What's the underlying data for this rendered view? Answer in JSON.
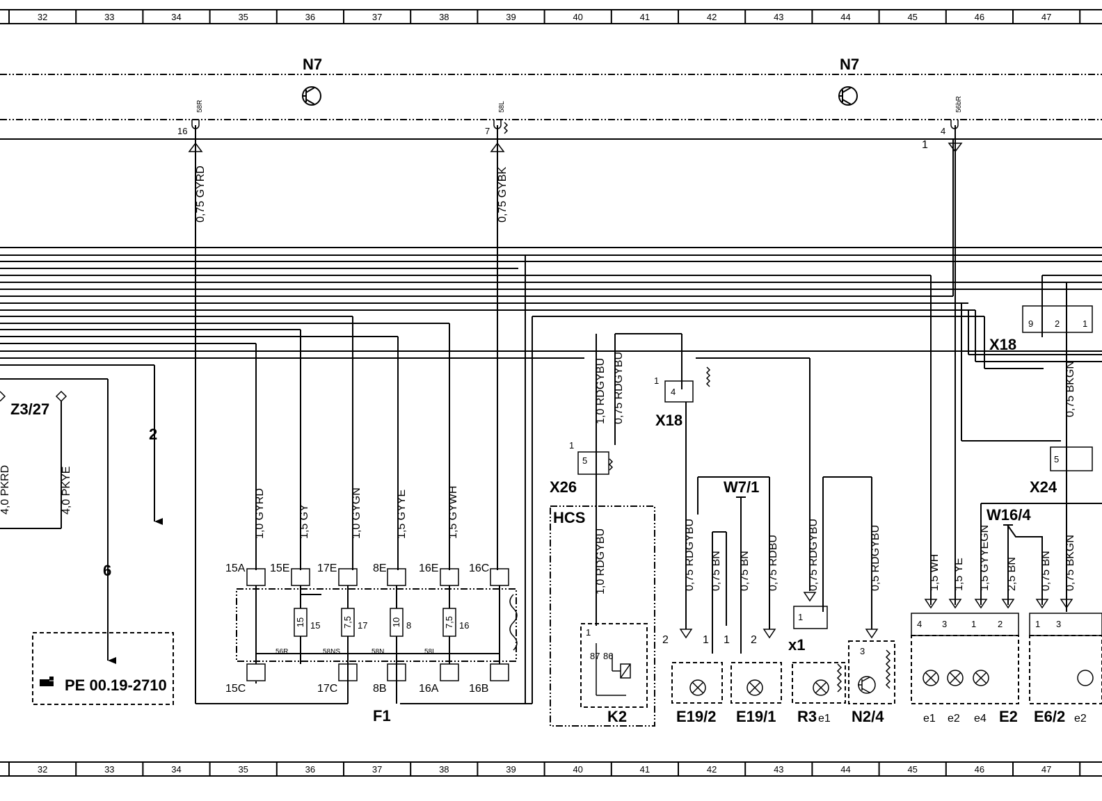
{
  "grid": {
    "columns": [
      "32",
      "33",
      "34",
      "35",
      "36",
      "37",
      "38",
      "39",
      "40",
      "41",
      "42",
      "43",
      "44",
      "45",
      "46",
      "47"
    ]
  },
  "components": {
    "n7_left": "N7",
    "n7_right": "N7",
    "z3_27": "Z3/27",
    "x26": "X26",
    "hcs": "HCS",
    "k2": "K2",
    "x18_mid": "X18",
    "x18_right": "X18",
    "w7_1": "W7/1",
    "e19_2": "E19/2",
    "e19_1": "E19/1",
    "r3": "R3",
    "n2_4": "N2/4",
    "x24": "X24",
    "w16_4": "W16/4",
    "e2": "E2",
    "e6_2": "E6/2",
    "f1": "F1"
  },
  "reference": {
    "icon": "pointing-hand-icon",
    "text": "PE 00.19-2710"
  },
  "arrows": {
    "arrow_2": "2",
    "arrow_6": "6"
  },
  "pins": {
    "n7_16": "16",
    "n7_58R": "58R",
    "n7_7": "7",
    "n7_58L": "58L",
    "n7r_4": "4",
    "n7r_56bR": "56bR",
    "n7r_1": "1",
    "x26_1": "1",
    "x26_5": "5",
    "k2_1": "1",
    "k2_87": "87",
    "k2_86": "86",
    "x18m_1": "1",
    "x18m_4": "4",
    "x18r_9": "9",
    "x18r_2": "2",
    "x18r_1": "1",
    "x24_5": "5",
    "e19_2_2": "2",
    "e19_2_1": "1",
    "e19_1_1": "1",
    "e19_1_2": "2",
    "r3_x1": "x1",
    "r3_1": "1",
    "r3_e1": "e1",
    "n24_3": "3",
    "e2_4": "4",
    "e2_3": "3",
    "e2_1": "1",
    "e2_2": "2",
    "e2_e1": "e1",
    "e2_e2": "e2",
    "e2_e4": "e4",
    "e62_1": "1",
    "e62_3": "3",
    "e62_e2": "e2"
  },
  "wires": {
    "w_n7_gyrd": "0,75 GYRD",
    "w_n7_gybk": "0,75 GYBK",
    "w_pkrd": "4,0 PKRD",
    "w_pkye": "4,0 PKYE",
    "w_gyrd10": "1,0 GYRD",
    "w_gy15": "1,5 GY",
    "w_gygn": "1,0 GYGN",
    "w_gyye": "1,5 GYYE",
    "w_gywh": "1,5 GYWH",
    "w_rdgybu10a": "1,0 RDGYBU",
    "w_rdgybu075a": "0,75 RDGYBU",
    "w_rdgybu10b": "1,0 RDGYBU",
    "w_e192_rdgybu": "0,75 RDGYBU",
    "w_e192_bn": "0,75 BN",
    "w_e191_bn": "0,75 BN",
    "w_e191_rdbu": "0,75 RDBU",
    "w_r3_rdgybu": "0,75 RDGYBU",
    "w_n24_rdgybu": "0,5 RDGYBU",
    "w_e2_wh": "1,5 WH",
    "w_e2_ye": "1,5 YE",
    "w_e2_gyyegn": "1,5 GYYEGN",
    "w_e2_bn": "2,5 BN",
    "w_e62_bn": "0,75 BN",
    "w_e62_bkgn": "0,75 BKGN",
    "w_x24_bkgn": "0,75 BKGN"
  },
  "fuses": [
    {
      "top": "15A",
      "bottom": "15C",
      "value": "",
      "num": "",
      "term": ""
    },
    {
      "top": "15E",
      "bottom": "",
      "value": "15",
      "num": "15",
      "term": "56R"
    },
    {
      "top": "17E",
      "bottom": "17C",
      "value": "7,5",
      "num": "17",
      "term": "58NS"
    },
    {
      "top": "8E",
      "bottom": "8B",
      "value": "10",
      "num": "8",
      "term": "58N"
    },
    {
      "top": "16E",
      "bottom": "16A",
      "value": "7,5",
      "num": "16",
      "term": "58L"
    },
    {
      "top": "16C",
      "bottom": "16B",
      "value": "",
      "num": "",
      "term": ""
    }
  ]
}
